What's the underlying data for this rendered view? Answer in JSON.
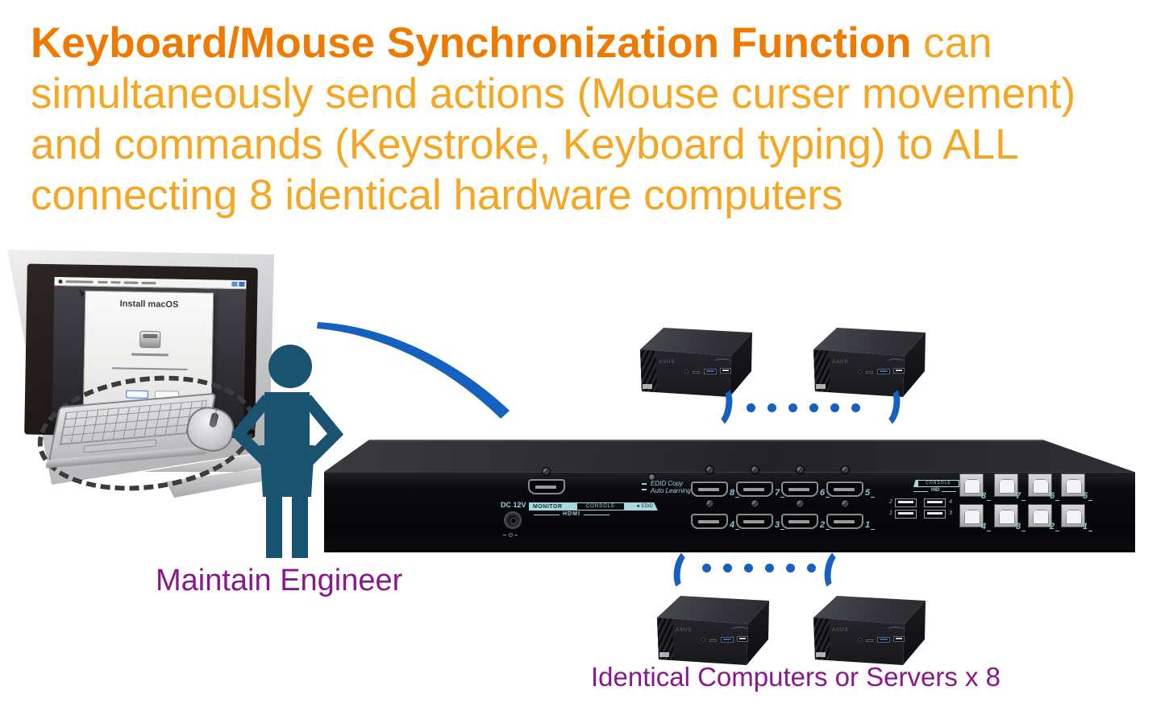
{
  "heading": {
    "bold_text": "Keyboard/Mouse Synchronization Function",
    "line1_rest": " can",
    "line2": "simultaneously send actions (Mouse curser movement)",
    "line3": "and commands (Keystroke, Keyboard typing) to ALL",
    "line4": "connecting 8 identical hardware computers",
    "bold_color": "#EE7A00",
    "text_color": "#F5A623"
  },
  "labels": {
    "engineer": "Maintain Engineer",
    "servers": "Identical Computers or Servers x 8",
    "color": "#8A188C"
  },
  "monitor": {
    "dialog_title": "Install macOS"
  },
  "kvm": {
    "dc_label": "DC 12V",
    "monitor_label": "MONITOR",
    "console_label": "CONSOLE",
    "hdmi_label": "HDMI",
    "edid_band_label": "◄ EDID",
    "edid_copy_line1": "EDID Copy",
    "edid_copy_line2": "Auto Learning",
    "console_hid_top": "CONSOLE",
    "console_hid_bottom": "HID",
    "hdmi_top": [
      "8",
      "7",
      "6",
      "5"
    ],
    "hdmi_bottom": [
      "4",
      "3",
      "2",
      "1"
    ],
    "usbb_top": [
      "8",
      "7",
      "6",
      "5"
    ],
    "usbb_bottom": [
      "4",
      "3",
      "2",
      "1"
    ],
    "usba_nums": {
      "tl": "2",
      "bl": "1",
      "tr": "4",
      "br": "3"
    },
    "accent_teal": "#A9D8DE",
    "port_number_color": "#8FC6CF"
  },
  "pc": {
    "brand": "ASUS"
  },
  "connector": {
    "blue": "#1660BF",
    "person_color": "#1A536F"
  }
}
